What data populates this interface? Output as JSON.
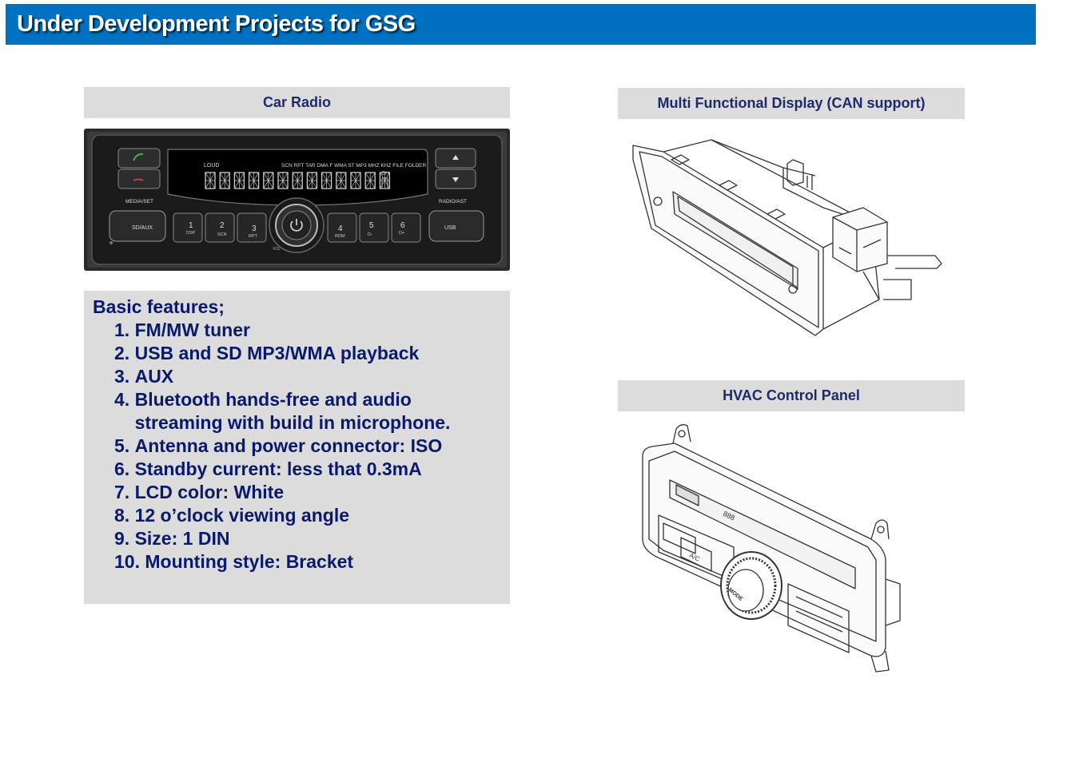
{
  "header": {
    "title": "Under Development Projects for GSG"
  },
  "car_radio": {
    "label": "Car Radio",
    "device": {
      "indicator_text": "LOUD",
      "status_text": "SCN RPT TAR DMA F WMA ST MP3 MHZ KHZ FILE FOLDER",
      "channel_text": "CH",
      "left_keys": [
        "MEDIA/SET"
      ],
      "right_keys": [
        "RADIO/AST"
      ],
      "bottom_left": "SD/AUX",
      "bottom_right": "USB",
      "presets": [
        {
          "num": "1",
          "sub": "DSP"
        },
        {
          "num": "2",
          "sub": "SCN"
        },
        {
          "num": "3",
          "sub": "RPT"
        },
        {
          "num": "4",
          "sub": "RDM"
        },
        {
          "num": "5",
          "sub": "D-"
        },
        {
          "num": "6",
          "sub": "D+"
        }
      ],
      "vol_text": "VOL"
    }
  },
  "features": {
    "heading": "Basic features;",
    "items": [
      {
        "num": "1. ",
        "text": "FM/MW tuner"
      },
      {
        "num": "2. ",
        "text": "USB and SD MP3/WMA playback"
      },
      {
        "num": "3. ",
        "text": "AUX"
      },
      {
        "num": "4. ",
        "text": "Bluetooth hands-free and audio\nstreaming with build in microphone."
      },
      {
        "num": "5. ",
        "text": "Antenna and power connector: ISO"
      },
      {
        "num": "6. ",
        "text": "Standby current: less that 0.3mA"
      },
      {
        "num": "7. ",
        "text": "LCD color: White"
      },
      {
        "num": "8. ",
        "text": "12 o’clock viewing angle"
      },
      {
        "num": "9. ",
        "text": "Size: 1 DIN"
      },
      {
        "num": "10. ",
        "text": "Mounting style: Bracket"
      }
    ]
  },
  "mfd": {
    "label": "Multi Functional Display (CAN support)"
  },
  "hvac": {
    "label": "HVAC Control Panel",
    "ac_text": "A/C",
    "mode_text": "MODE",
    "display_text": "888"
  }
}
